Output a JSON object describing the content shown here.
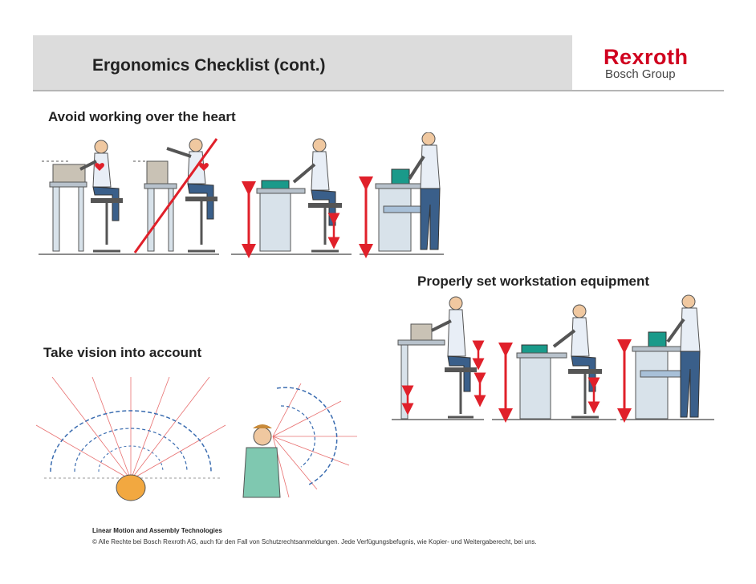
{
  "header": {
    "title": "Ergonomics Checklist (cont.)",
    "logo_main": "Rexroth",
    "logo_sub": "Bosch Group"
  },
  "sections": {
    "avoid_heart": "Avoid working over the heart",
    "workstation": "Properly set workstation equipment",
    "vision": "Take vision into account"
  },
  "footer": {
    "line1": "Linear Motion and Assembly Technologies",
    "line2": "© Alle Rechte bei Bosch Rexroth AG, auch für den Fall von Schutzrechtsanmeldungen. Jede Verfügungsbefugnis, wie Kopier- und Weitergaberecht, bei uns."
  },
  "colors": {
    "brand_red": "#d0001f",
    "header_band": "#dcdcdc",
    "arrow_red": "#e0202a",
    "worker_shirt": "#e8eef6",
    "worker_pants": "#3a5f8a",
    "desk_top": "#b8c2cc",
    "equipment_teal": "#1a9a8a"
  },
  "icons": [
    "worker-seated-icon",
    "worker-standing-icon",
    "height-arrow-icon",
    "heart-icon",
    "vision-field-icon",
    "head-top-view-icon",
    "head-side-view-icon"
  ]
}
